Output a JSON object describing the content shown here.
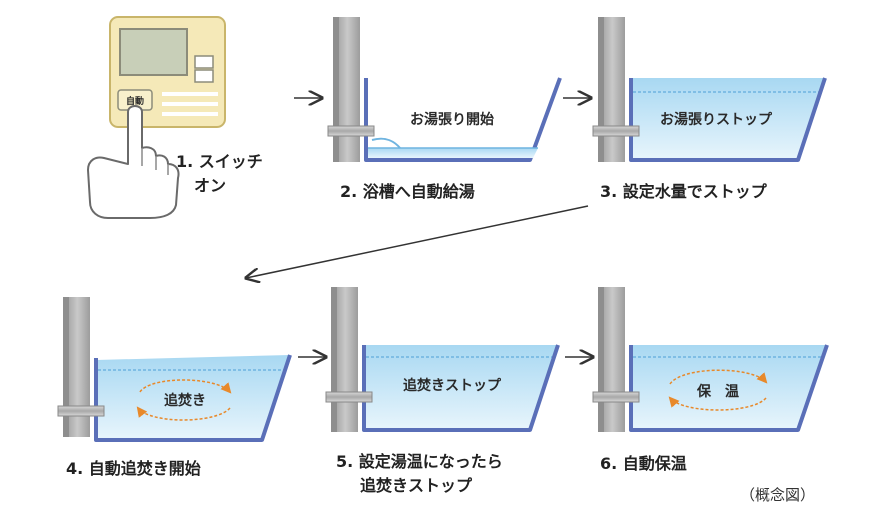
{
  "colors": {
    "panel": "#F5E9B8",
    "panel_border": "#C9B56A",
    "panel_screen": "#C8CFB8",
    "pillar": "#B5B5B5",
    "pillar_dark": "#8E8E8E",
    "tub_stroke": "#5A6FB8",
    "water_top": "#A8D8F2",
    "water_bottom": "#E8F5FC",
    "water_line": "#6FB4E0",
    "arrow": "#333333",
    "circulation": "#E8892A"
  },
  "steps": {
    "s1": {
      "line1": "1. スイッチ",
      "line2": "オン"
    },
    "s2": {
      "line1": "2. 浴槽へ自動給湯"
    },
    "s3": {
      "line1": "3. 設定水量でストップ"
    },
    "s4": {
      "line1": "4. 自動追焚き開始"
    },
    "s5": {
      "line1": "5. 設定湯温になったら",
      "line2": "追焚きストップ"
    },
    "s6": {
      "line1": "6. 自動保温"
    }
  },
  "panel": {
    "button_label": "自動"
  },
  "tub_labels": {
    "t2": "お湯張り開始",
    "t3": "お湯張りストップ",
    "t4": "追焚き",
    "t5": "追焚きストップ",
    "t6": "保　温"
  },
  "note": "（概念図）",
  "icons": [
    "control-panel-icon",
    "pointing-hand-icon",
    "right-arrow-icon",
    "return-arrow-icon",
    "bathtub-icon",
    "circulation-arrows-icon"
  ]
}
